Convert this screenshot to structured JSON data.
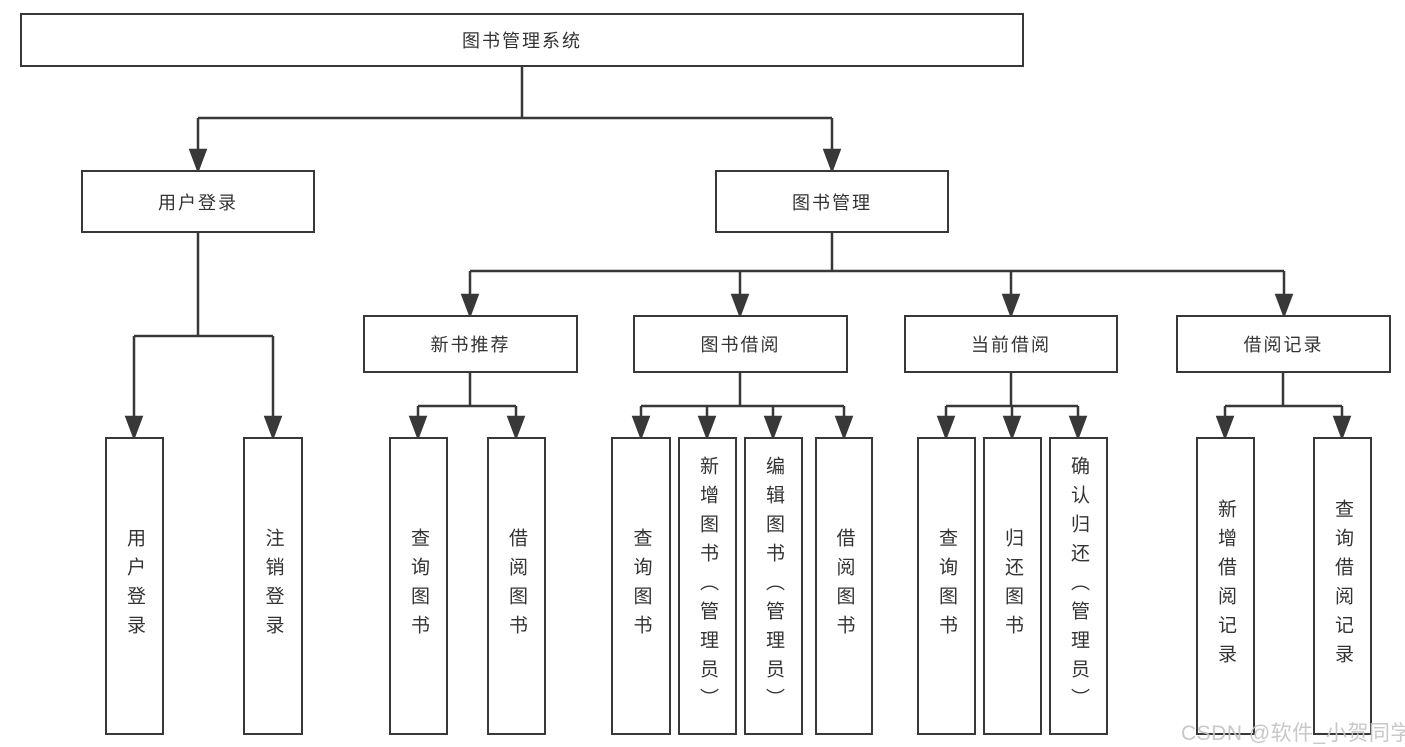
{
  "diagram": {
    "title": "图书管理系统",
    "type": "hierarchy-tree",
    "colors": {
      "line": "#383838",
      "border": "#383838",
      "text": "#333333",
      "background": "#ffffff",
      "watermark": "#c5c5c5"
    },
    "tree": {
      "label": "图书管理系统",
      "children": [
        {
          "label": "用户登录",
          "children": [
            {
              "label": "用户登录"
            },
            {
              "label": "注销登录"
            }
          ]
        },
        {
          "label": "图书管理",
          "children": [
            {
              "label": "新书推荐",
              "children": [
                {
                  "label": "查询图书"
                },
                {
                  "label": "借阅图书"
                }
              ]
            },
            {
              "label": "图书借阅",
              "children": [
                {
                  "label": "查询图书"
                },
                {
                  "label": "新增图书（管理员）"
                },
                {
                  "label": "编辑图书（管理员）"
                },
                {
                  "label": "借阅图书"
                }
              ]
            },
            {
              "label": "当前借阅",
              "children": [
                {
                  "label": "查询图书"
                },
                {
                  "label": "归还图书"
                },
                {
                  "label": "确认归还（管理员）"
                }
              ]
            },
            {
              "label": "借阅记录",
              "children": [
                {
                  "label": "新增借阅记录"
                },
                {
                  "label": "查询借阅记录"
                }
              ]
            }
          ]
        }
      ]
    }
  },
  "watermark": {
    "text": "CSDN @软件_小贺同学"
  }
}
